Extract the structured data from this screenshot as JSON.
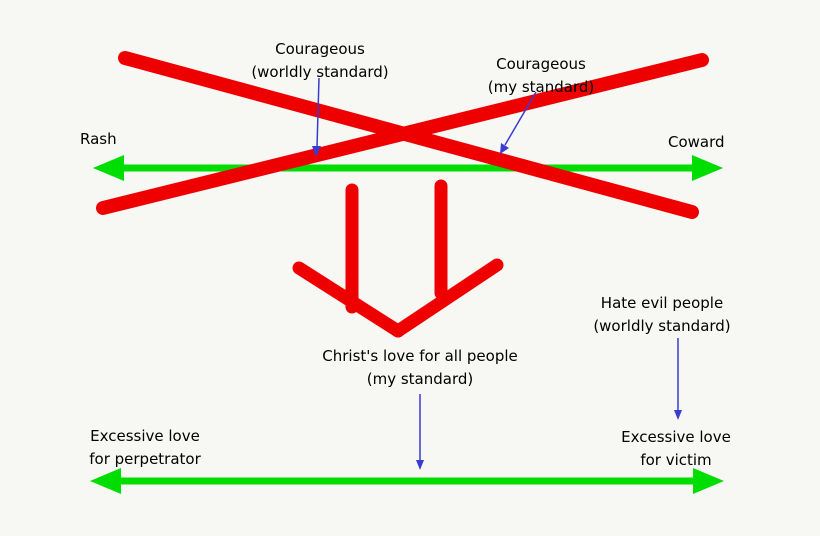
{
  "colors": {
    "background": "#f7f7f4",
    "axis_green": "#00dd00",
    "cross_red": "#ee0000",
    "pointer_blue": "#3b3bd0",
    "text": "#000000"
  },
  "top_axis": {
    "left_label": "Rash",
    "right_label": "Coward"
  },
  "annotations": {
    "courageous_worldly": {
      "line1": "Courageous",
      "line2": "(worldly standard)"
    },
    "courageous_mine": {
      "line1": "Courageous",
      "line2": "(my standard)"
    },
    "hate_evil": {
      "line1": "Hate evil people",
      "line2": "(worldly standard)"
    },
    "christs_love": {
      "line1": "Christ's love for all people",
      "line2": "(my standard)"
    }
  },
  "bottom_axis": {
    "left_label_line1": "Excessive love",
    "left_label_line2": "for perpetrator",
    "right_label_line1": "Excessive love",
    "right_label_line2": "for victim"
  }
}
